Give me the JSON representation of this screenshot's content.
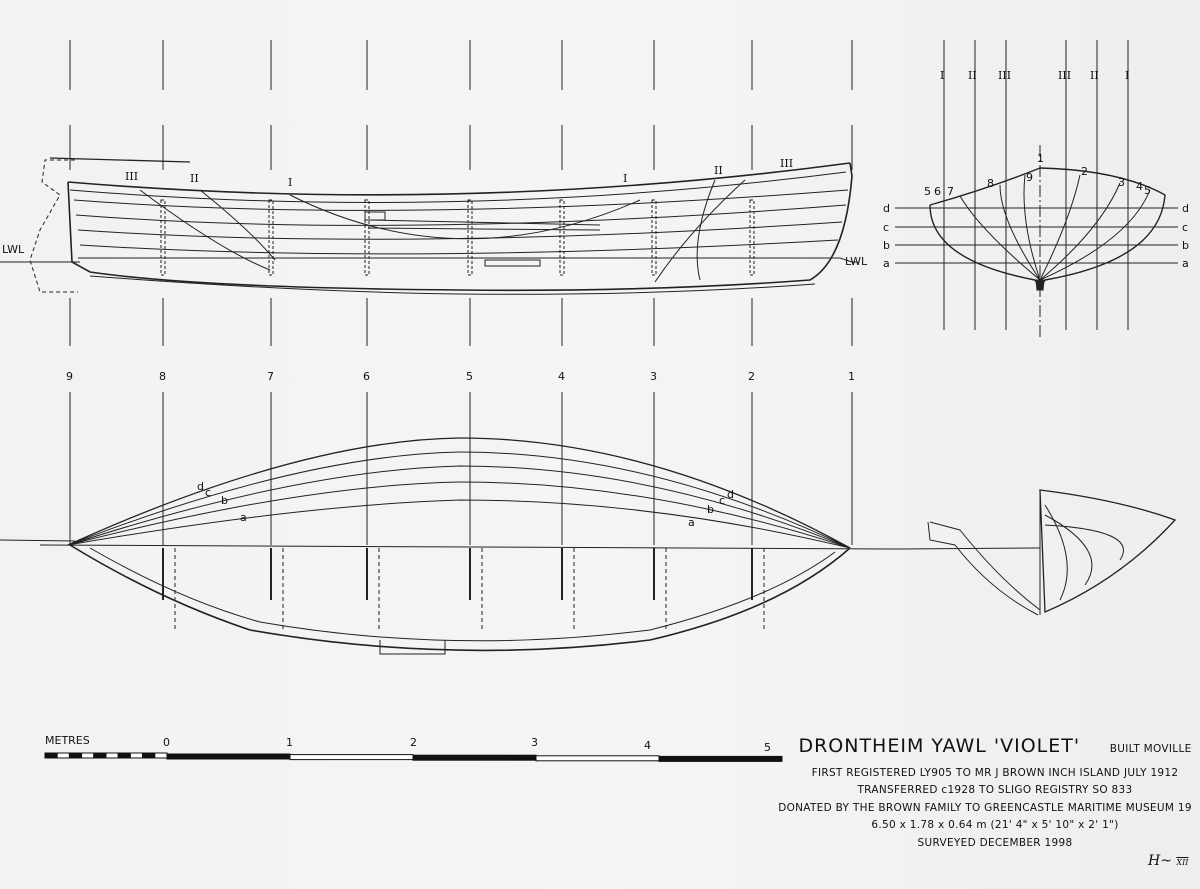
{
  "title": {
    "name": "DRONTHEIM YAWL 'VIOLET'",
    "built": "BUILT MOVILLE",
    "lines": [
      "FIRST  REGISTERED LY905 TO MR J BROWN  INCH ISLAND JULY 1912",
      "TRANSFERRED c1928 TO SLIGO REGISTRY  SO 833",
      "DONATED BY THE BROWN FAMILY TO GREENCASTLE MARITIME MUSEUM 19",
      "6.50 x 1.78 x 0.64 m      (21' 4\" x 5' 10\" x 2' 1\")",
      "SURVEYED DECEMBER 1998"
    ],
    "signature": "Hm XII"
  },
  "scale": {
    "unit": "METRES",
    "ticks": [
      "0",
      "1",
      "2",
      "3",
      "4",
      "5"
    ]
  },
  "stations": [
    "9",
    "8",
    "7",
    "6",
    "5",
    "4",
    "3",
    "2",
    "1"
  ],
  "profile": {
    "sections_left": [
      "III",
      "II",
      "I"
    ],
    "sections_right": [
      "I",
      "II",
      "III"
    ],
    "waterline": "LWL"
  },
  "body_plan": {
    "sections": [
      "I",
      "II",
      "III",
      "III",
      "II",
      "I"
    ],
    "waterlines": [
      "d",
      "c",
      "b",
      "a"
    ],
    "station_numbers_left": [
      "5",
      "6",
      "7",
      "8",
      "9"
    ],
    "station_numbers_right": [
      "1",
      "2",
      "3",
      "4",
      "5"
    ]
  },
  "plan": {
    "waterlines_left": [
      "d",
      "c",
      "b",
      "a"
    ],
    "waterlines_right": [
      "a",
      "b",
      "c",
      "d"
    ]
  }
}
